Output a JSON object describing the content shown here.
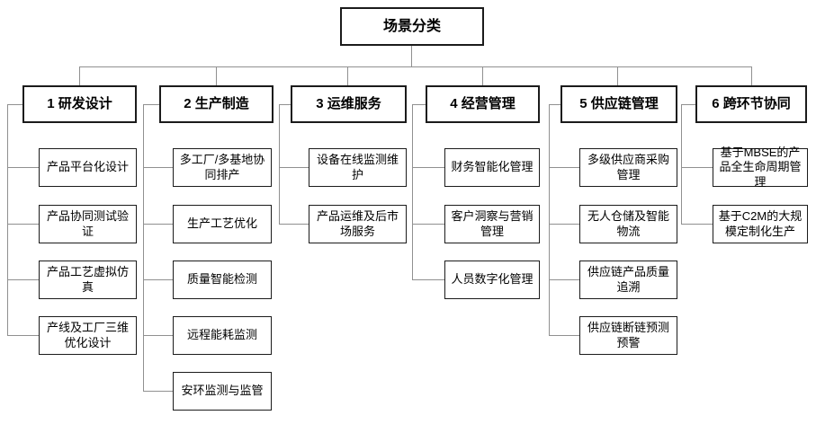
{
  "diagram": {
    "root": {
      "label": "场景分类"
    },
    "columns": [
      {
        "title": "1 研发设计",
        "items": [
          "产品平台化设计",
          "产品协同测试验证",
          "产品工艺虚拟仿真",
          "产线及工厂三维优化设计"
        ]
      },
      {
        "title": "2 生产制造",
        "items": [
          "多工厂/多基地协同排产",
          "生产工艺优化",
          "质量智能检测",
          "远程能耗监测",
          "安环监测与监管"
        ]
      },
      {
        "title": "3 运维服务",
        "items": [
          "设备在线监测维护",
          "产品运维及后市场服务"
        ]
      },
      {
        "title": "4 经营管理",
        "items": [
          "财务智能化管理",
          "客户洞察与营销管理",
          "人员数字化管理"
        ]
      },
      {
        "title": "5 供应链管理",
        "items": [
          "多级供应商采购管理",
          "无人仓储及智能物流",
          "供应链产品质量追溯",
          "供应链断链预测预警"
        ]
      },
      {
        "title": "6 跨环节协同",
        "items": [
          "基于MBSE的产品全生命周期管理",
          "基于C2M的大规模定制化生产"
        ]
      }
    ],
    "colors": {
      "box_border": "#1b1b1b",
      "connector": "#909090",
      "background": "#ffffff",
      "text": "#000000"
    }
  }
}
